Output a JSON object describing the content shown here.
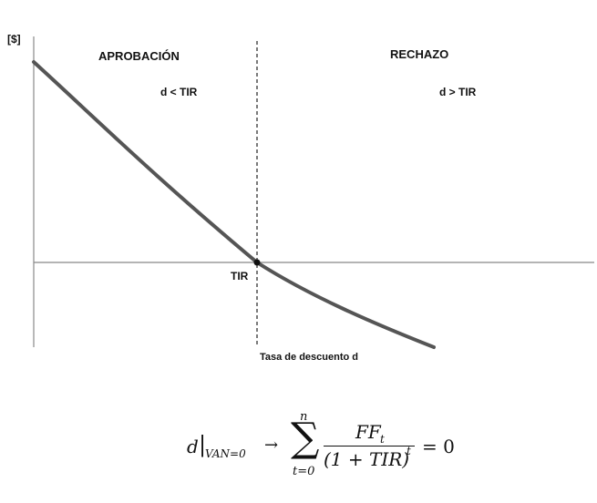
{
  "chart_data": {
    "type": "line",
    "y_unit_label": "[$]",
    "x_axis_label": "Tasa de descuento d",
    "crossing_label": "TIR",
    "regions": [
      {
        "title": "APROBACIÓN",
        "condition": "d < TIR"
      },
      {
        "title": "RECHAZO",
        "condition": "d > TIR"
      }
    ],
    "curve": {
      "description": "VAN decreasing convex curve crossing zero at TIR"
    },
    "grid": false,
    "legend": "none"
  },
  "formula": {
    "lhs": "d",
    "lhs_sub": "VAN=0",
    "arrow": "→",
    "sum_top": "n",
    "sum_bottom": "t=0",
    "numerator": "FF",
    "numerator_sub": "t",
    "denominator": "(1 + TIR)",
    "denominator_sup": "t",
    "rhs": "= 0"
  }
}
